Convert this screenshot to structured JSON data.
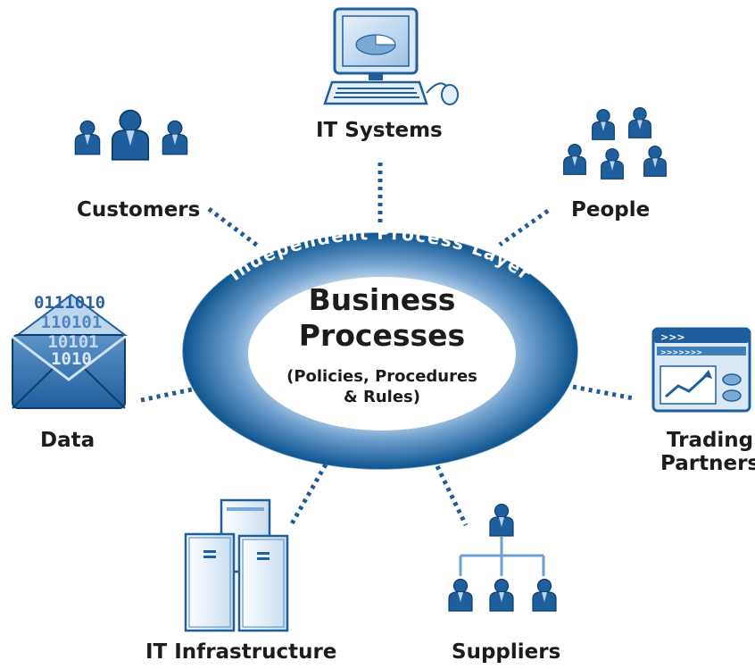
{
  "ring": {
    "label": "Independent Process Layer"
  },
  "center": {
    "title_line1": "Business",
    "title_line2": "Processes",
    "sub_line1": "(Policies, Procedures",
    "sub_line2": "& Rules)"
  },
  "nodes": {
    "it_systems": "IT Systems",
    "customers": "Customers",
    "people": "People",
    "data": "Data",
    "trading_line1": "Trading",
    "trading_line2": "Partners",
    "it_infrastructure": "IT Infrastructure",
    "suppliers": "Suppliers"
  },
  "binary": {
    "row1": "0111010",
    "row2": "110101",
    "row3": "10101",
    "row4": "1010"
  },
  "browser": {
    "tabs": ">>>",
    "url": ">>>>>>>"
  },
  "colors": {
    "dark_blue": "#0f5590",
    "mid_blue": "#3f80b8",
    "light_blue": "#bcd6ee",
    "pale_blue": "#dbe9f6",
    "dots": "#1f5a96"
  }
}
